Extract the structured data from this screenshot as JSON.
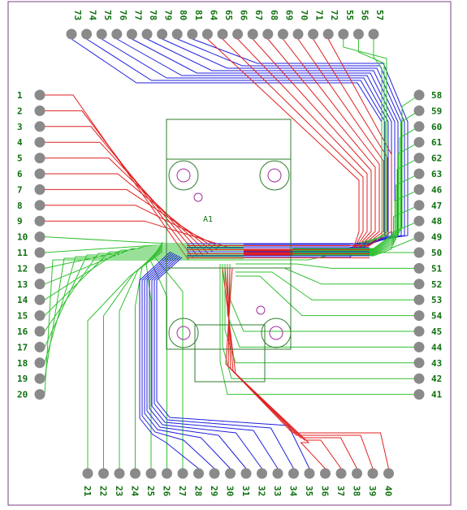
{
  "component": {
    "ref": "A1"
  },
  "colors": {
    "frame": "#7a3f86",
    "pad": "#8a8a8a",
    "outline": "#2e7d2e",
    "label": "#107010",
    "hole": "#a0309e",
    "trace_red": "#e02020",
    "trace_blue": "#2020e0",
    "trace_green": "#30c030"
  },
  "pins": {
    "top": [
      "73",
      "74",
      "75",
      "76",
      "77",
      "78",
      "79",
      "80",
      "81",
      "64",
      "65",
      "66",
      "67",
      "68",
      "69",
      "70",
      "71",
      "72",
      "55",
      "56",
      "57"
    ],
    "left": [
      "1",
      "2",
      "3",
      "4",
      "5",
      "6",
      "7",
      "8",
      "9",
      "10",
      "11",
      "12",
      "13",
      "14",
      "15",
      "16",
      "17",
      "18",
      "19",
      "20"
    ],
    "right": [
      "58",
      "59",
      "60",
      "61",
      "62",
      "63",
      "46",
      "47",
      "48",
      "49",
      "50",
      "51",
      "52",
      "53",
      "54",
      "45",
      "44",
      "43",
      "42",
      "41"
    ],
    "bottom": [
      "21",
      "22",
      "23",
      "24",
      "25",
      "26",
      "27",
      "28",
      "29",
      "30",
      "31",
      "32",
      "33",
      "34",
      "35",
      "36",
      "37",
      "38",
      "39",
      "40"
    ]
  }
}
